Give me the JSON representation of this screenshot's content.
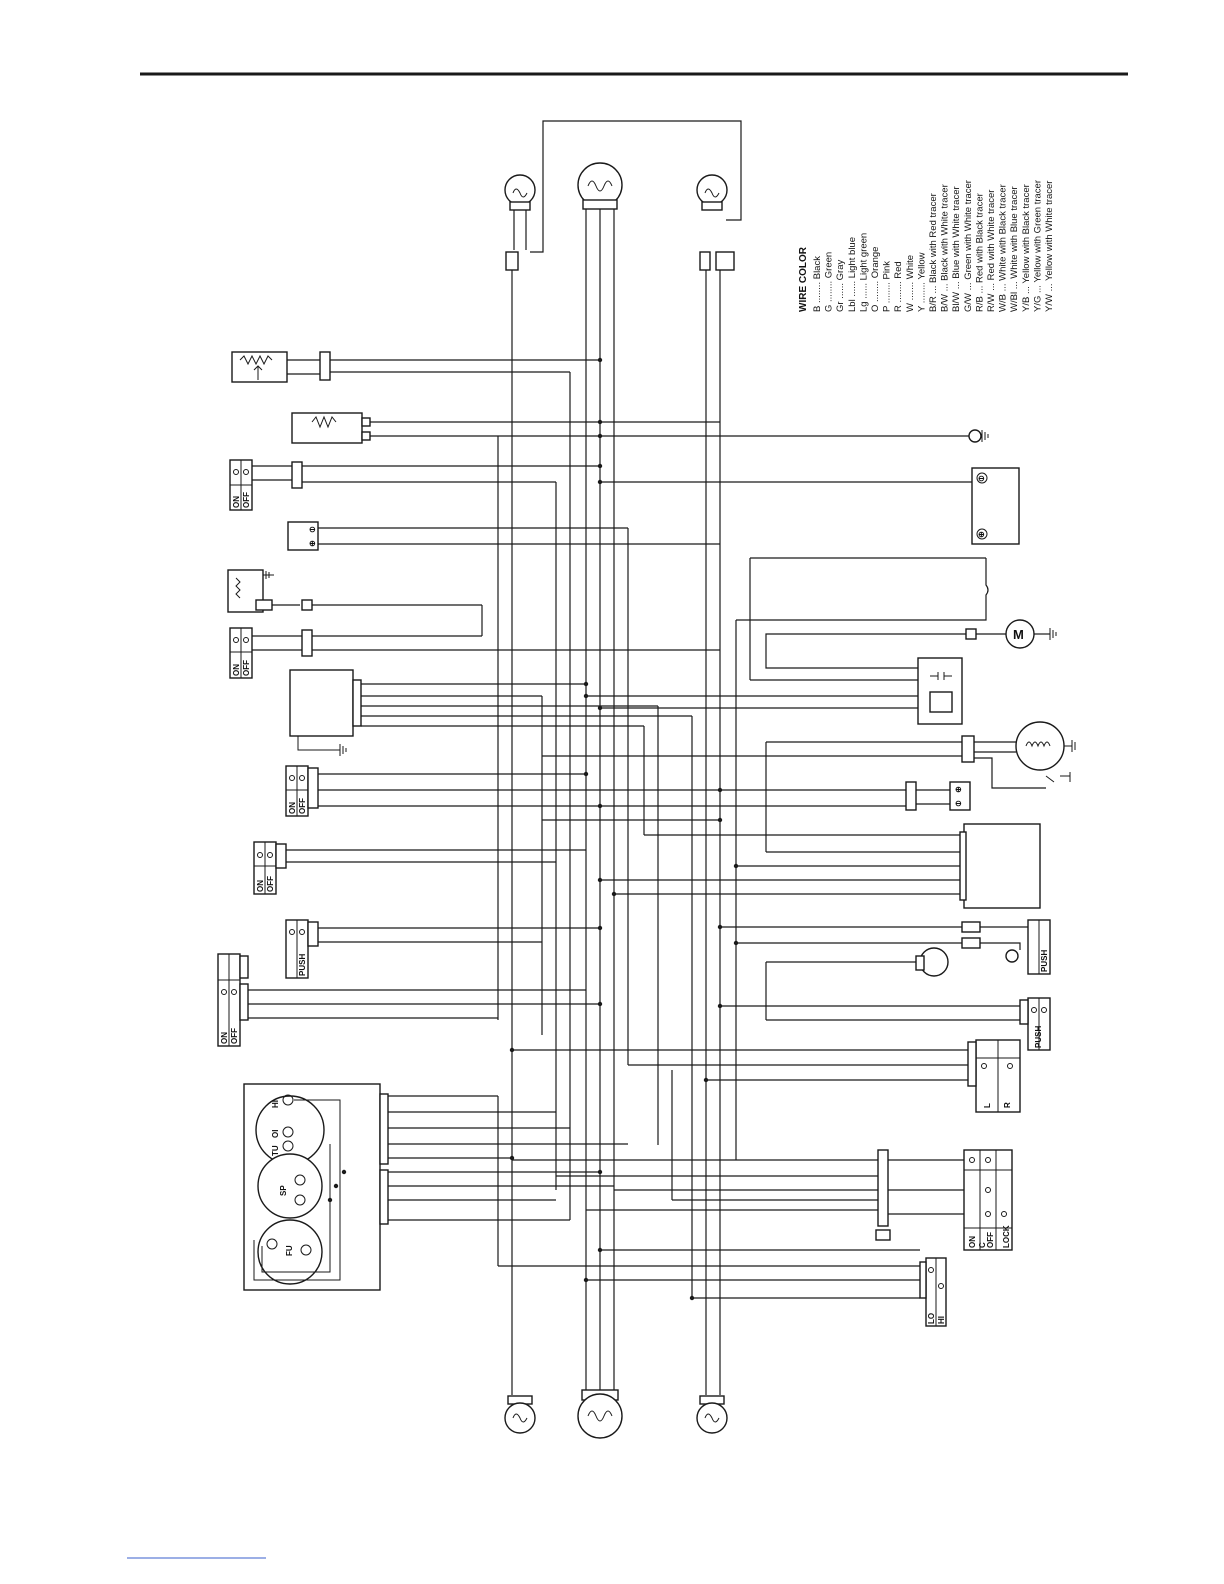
{
  "legend": {
    "title": "WIRE COLOR",
    "rows": [
      "B ........ Black",
      "G ........ Green",
      "Gr ...... Gray",
      "Lbl ...... Light blue",
      "Lg ...... Light green",
      "O ........ Orange",
      "P ........ Pink",
      "R ........ Red",
      "W ....... White",
      "Y ........ Yellow",
      "B/R ... Black with Red tracer",
      "B/W ... Black with White tracer",
      "Bl/W ... Blue with White tracer",
      "G/W ... Green with White tracer",
      "R/B ... Red with Black tracer",
      "R/W ... Red with White tracer",
      "W/B ... White with Black tracer",
      "W/Bl ... White with Blue tracer",
      "Y/B ... Yellow with Black tracer",
      "Y/G ... Yellow with Green tracer",
      "Y/W ... Yellow with White tracer"
    ]
  },
  "switch_labels": {
    "on": "ON",
    "off": "OFF",
    "push": "PUSH",
    "lo": "LO",
    "hi": "HI",
    "l": "L",
    "r": "R",
    "c": "C",
    "lock": "LOCK"
  },
  "meter_labels": {
    "hi": "HI",
    "oi": "OI",
    "tu": "TU",
    "sp": "SP",
    "fu": "FU"
  },
  "battery_labels": {
    "minus": "⊖",
    "plus": "⊕"
  },
  "motor_label": "M"
}
